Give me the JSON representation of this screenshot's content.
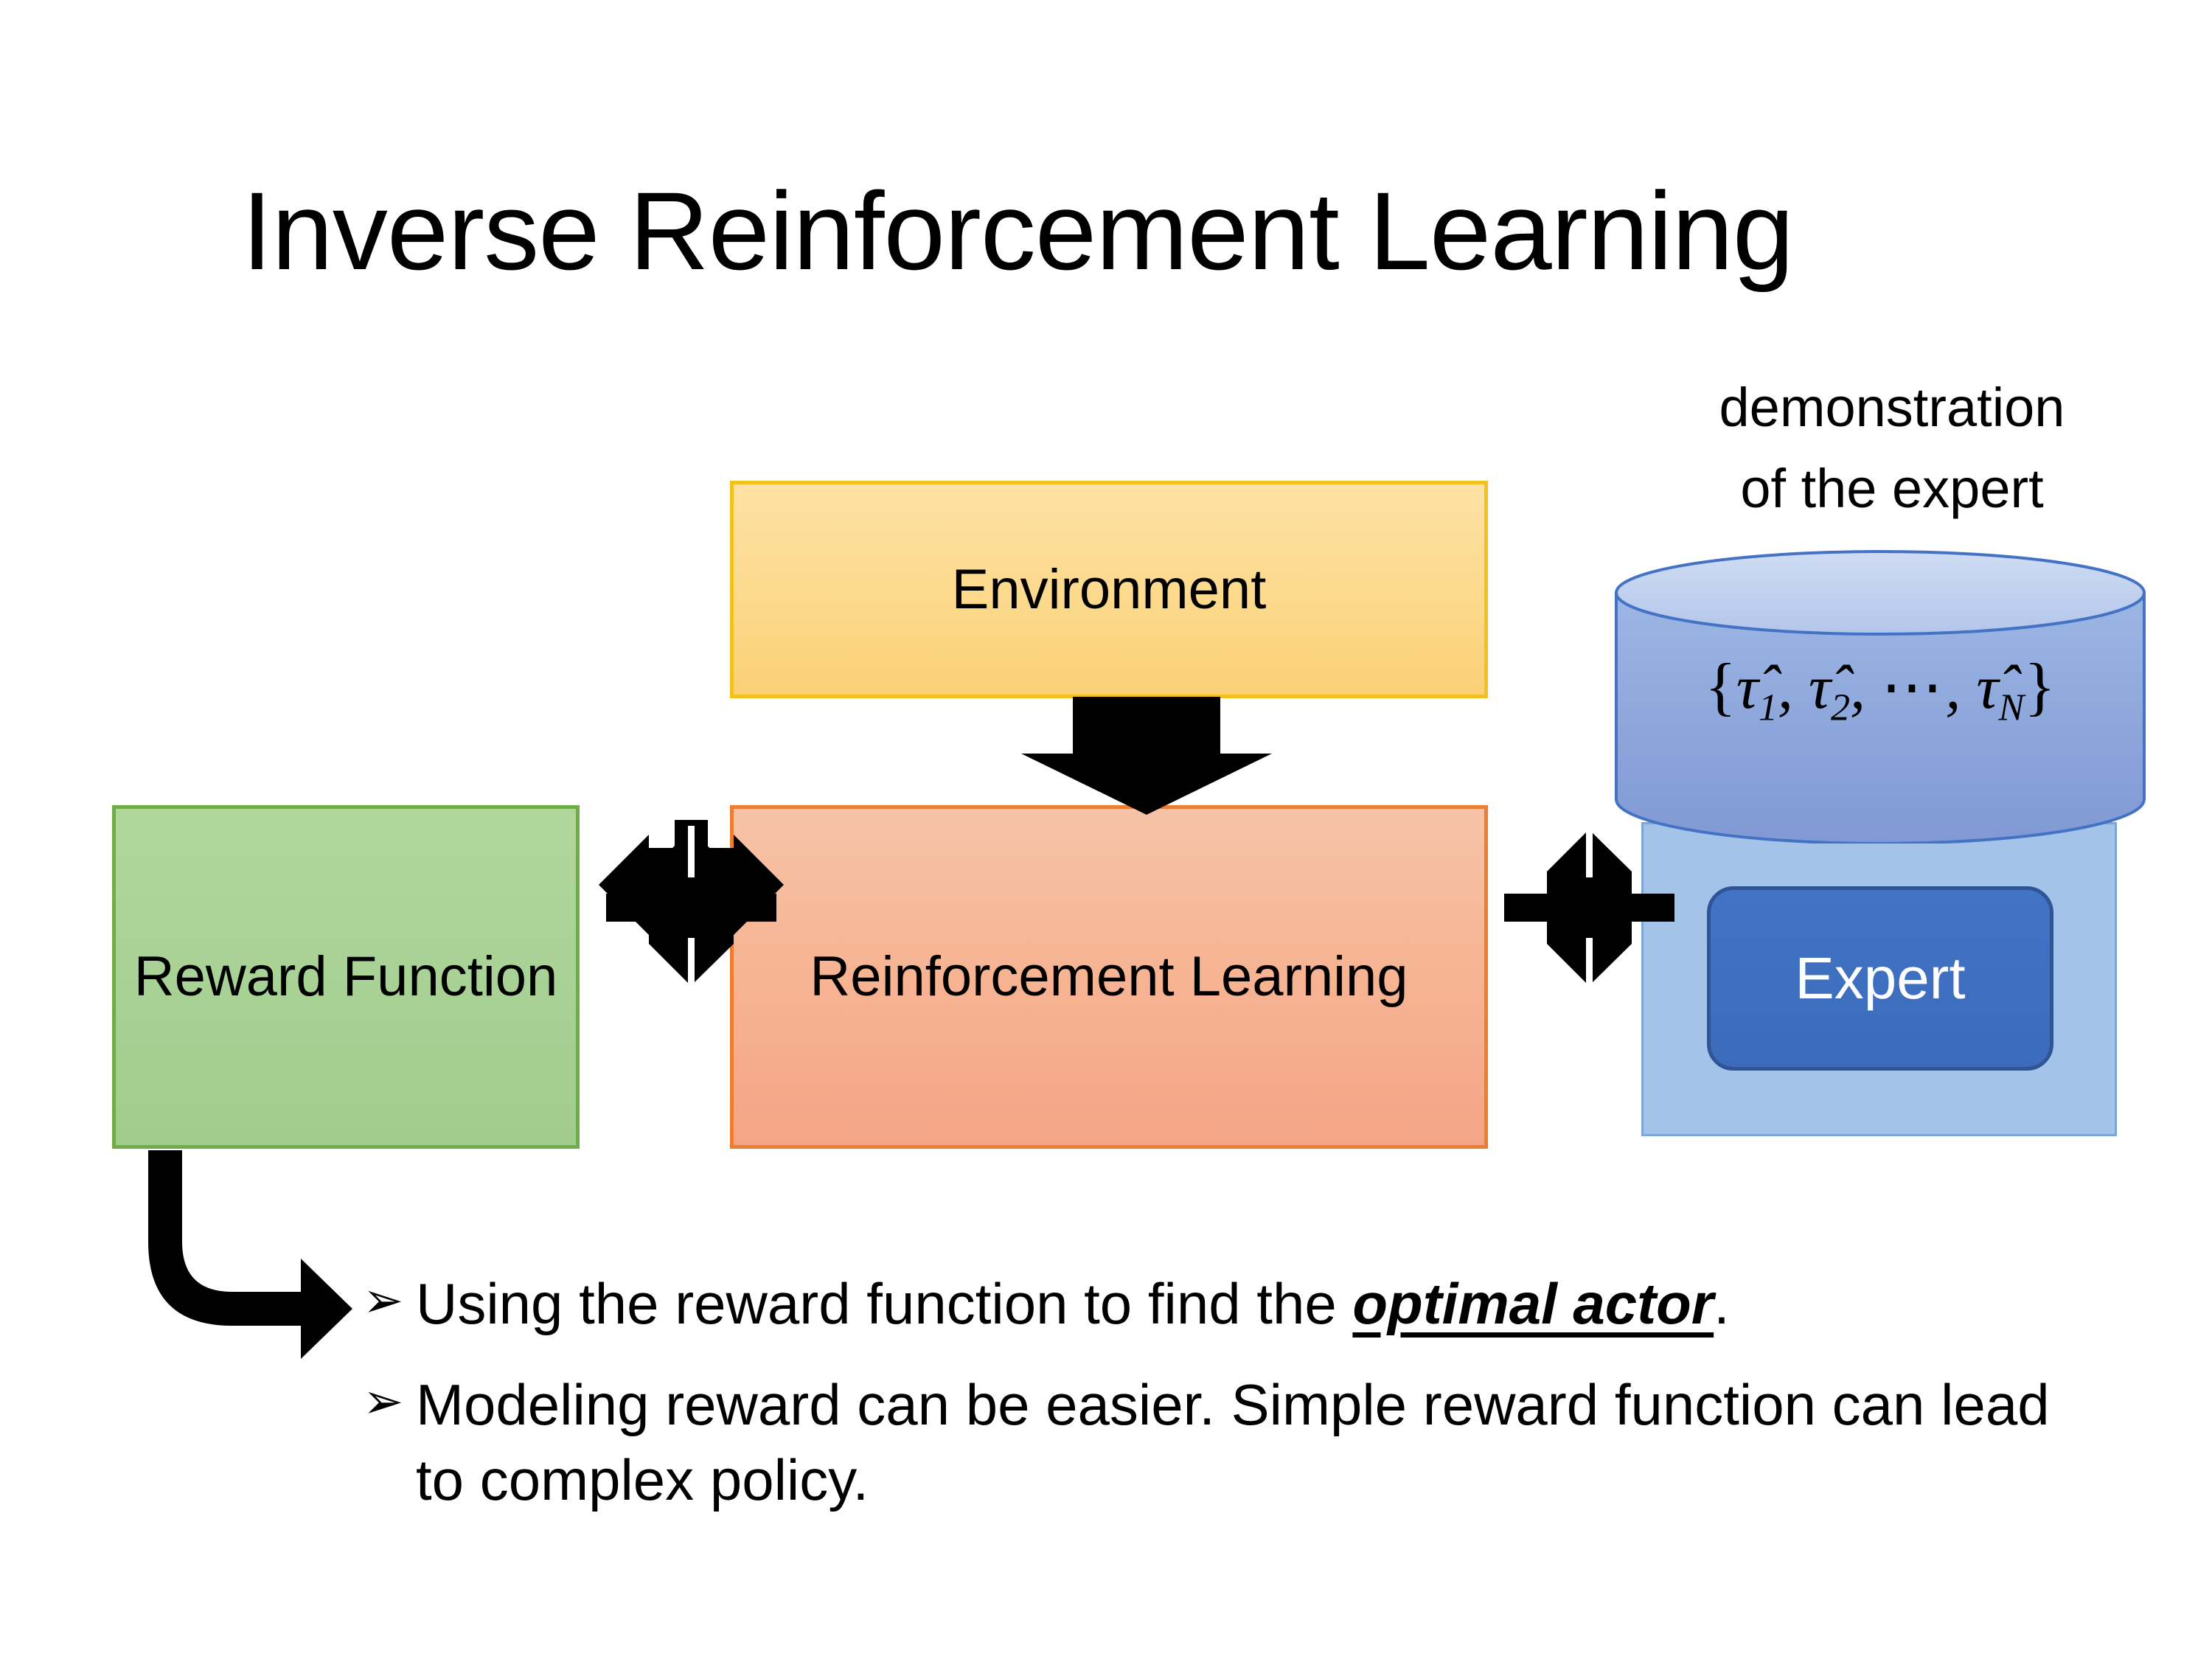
{
  "slide": {
    "title": "Inverse Reinforcement Learning",
    "background_color": "#ffffff"
  },
  "diagram": {
    "environment_box": {
      "label": "Environment",
      "fill_color": "#fcd98c",
      "border_color": "#f2c11e"
    },
    "reinforcement_learning_box": {
      "label": "Reinforcement Learning",
      "fill_color": "#f5b192",
      "border_color": "#ed7d31"
    },
    "reward_function_box": {
      "label": "Reward Function",
      "fill_color": "#a8d195",
      "border_color": "#70ad47"
    },
    "demonstration": {
      "caption_line1": "demonstration",
      "caption_line2": "of the expert",
      "cylinder_fill_color": "#8faede",
      "cylinder_top_color": "#c3d3ef",
      "cylinder_border_color": "#4472c4",
      "formula": {
        "open_brace": "{",
        "terms": [
          {
            "symbol": "τ̂",
            "subscript": "1",
            "separator": ","
          },
          {
            "symbol": "τ̂",
            "subscript": "2",
            "separator": ","
          },
          {
            "symbol": "⋯",
            "subscript": "",
            "separator": ","
          },
          {
            "symbol": "τ̂",
            "subscript": "N",
            "separator": ""
          }
        ],
        "close_brace": "}",
        "plain": "{τ̂1, τ̂2, ⋯, τ̂N}"
      }
    },
    "expert": {
      "label": "Expert",
      "panel_fill_color": "#a3c4e8",
      "panel_border_color": "#7ba7d7",
      "button_fill_color": "#4273c4",
      "button_border_color": "#2f5597",
      "label_color": "#ffffff"
    },
    "connectors": {
      "environment_to_rl": "down-arrow",
      "reward_to_rl": "quad-arrow",
      "rl_to_expert": "quad-arrow",
      "reward_to_bullet": "elbow-arrow",
      "color": "#000000"
    }
  },
  "bullets": [
    {
      "marker": "➢",
      "text_before": "Using the reward function to find the ",
      "emphasis": "optimal actor",
      "text_after": "."
    },
    {
      "marker": "➢",
      "text_before": "Modeling reward can be easier. Simple reward function can lead to complex policy.",
      "emphasis": "",
      "text_after": ""
    }
  ]
}
